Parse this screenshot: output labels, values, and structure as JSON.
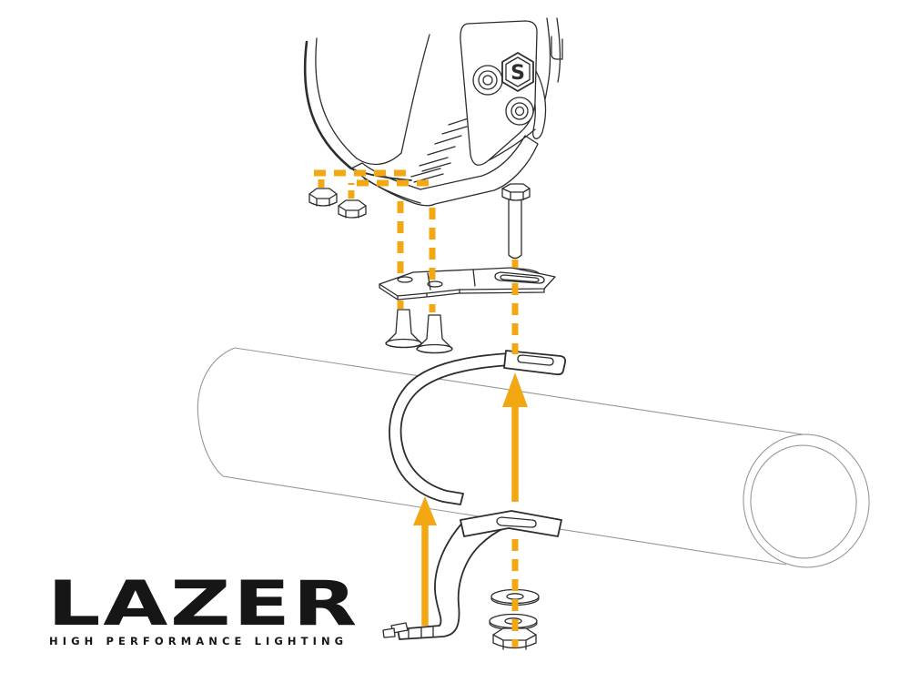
{
  "brand": {
    "logo_text": "LAZER",
    "tagline": "HIGH PERFORMANCE LIGHTING"
  },
  "lamp_badge": {
    "glyph": "S"
  },
  "colors": {
    "accent_orange": "#F3A712",
    "line_dark": "#2D2D2D",
    "line_light": "#979797",
    "logo_black": "#161616",
    "background": "#FFFFFF"
  }
}
